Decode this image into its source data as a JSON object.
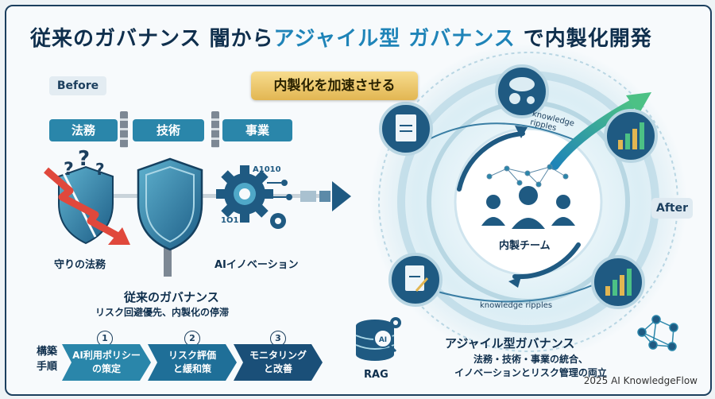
{
  "title": {
    "part1": "従来のガバナンス 闇から",
    "part2": "アジャイル型 ガバナンス",
    "part3": " で内製化開発"
  },
  "before_label": "Before",
  "accelerate_label": "内製化を加速させる",
  "departments": [
    "法務",
    "技術",
    "事業"
  ],
  "left_icons": {
    "defense_label": "守りの法務",
    "ai_label": "AIイノベーション",
    "binary_top": "A1010",
    "binary_bottom": "1O1"
  },
  "traditional": {
    "title": "従来のガバナンス",
    "subtitle": "リスク回避優先、内製化の停滞"
  },
  "steps_label": "構築\n手順",
  "steps": [
    {
      "num": "1",
      "text": "AI利用ポリシー\nの策定"
    },
    {
      "num": "2",
      "text": "リスク評価\nと緩和策"
    },
    {
      "num": "3",
      "text": "モニタリング\nと改善"
    }
  ],
  "after_label": "After",
  "ripples": {
    "top": "knowledge\nripples",
    "bottom": "knowledge ripples"
  },
  "team_label": "内製チーム",
  "rag_label": "RAG",
  "rag_icon_text": "AI",
  "agile": {
    "title": "アジャイル型ガバナンス",
    "subtitle": "法務・技術・事業の統合、\nイノベーションとリスク管理の両立"
  },
  "credit": "2025 AI KnowledgeFlow",
  "colors": {
    "navy": "#0f2f4d",
    "teal": "#2a86aa",
    "accent": "#1f84b8",
    "gold": "#e2b652",
    "red": "#e0483c",
    "green": "#3bb27a"
  }
}
